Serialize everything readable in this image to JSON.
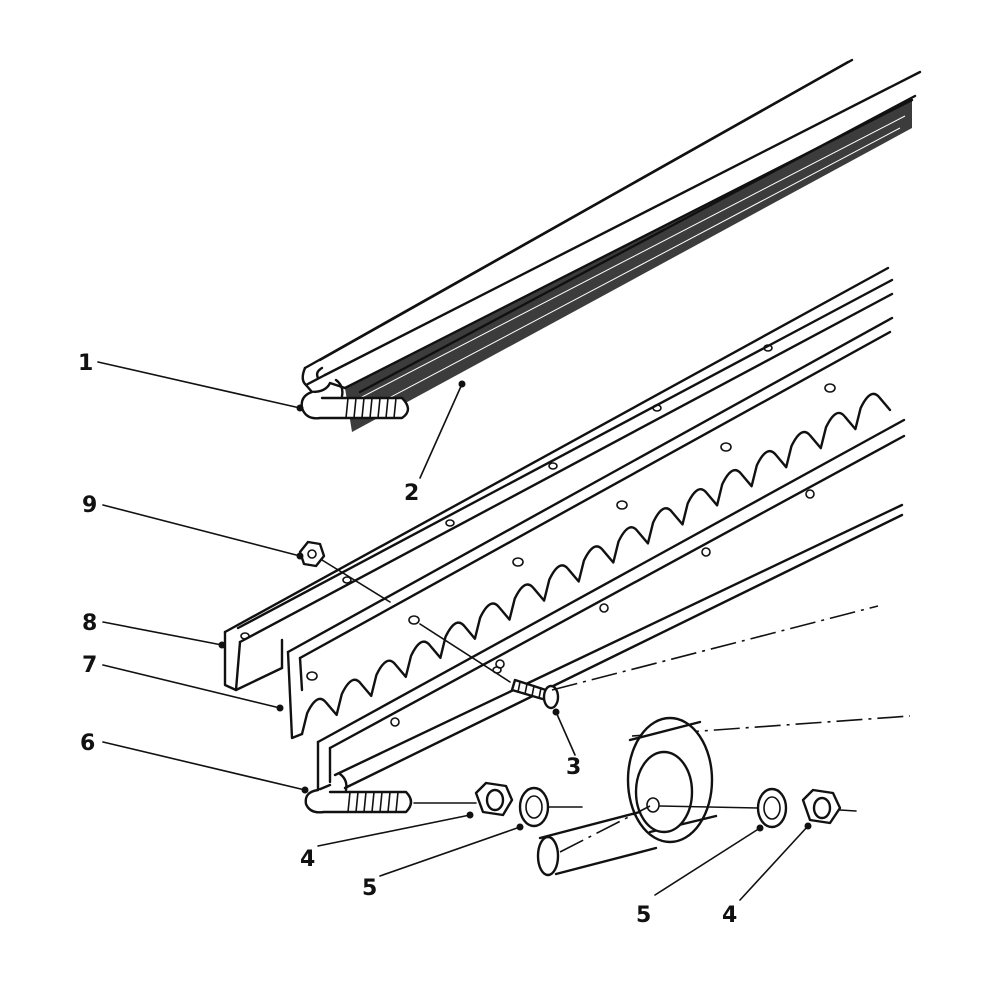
{
  "diagram": {
    "callouts": [
      {
        "id": "1",
        "text": "1"
      },
      {
        "id": "2",
        "text": "2"
      },
      {
        "id": "3",
        "text": "3"
      },
      {
        "id": "4a",
        "text": "4"
      },
      {
        "id": "5a",
        "text": "5"
      },
      {
        "id": "5b",
        "text": "5"
      },
      {
        "id": "4b",
        "text": "4"
      },
      {
        "id": "6",
        "text": "6"
      },
      {
        "id": "7",
        "text": "7"
      },
      {
        "id": "8",
        "text": "8"
      },
      {
        "id": "9",
        "text": "9"
      }
    ]
  }
}
